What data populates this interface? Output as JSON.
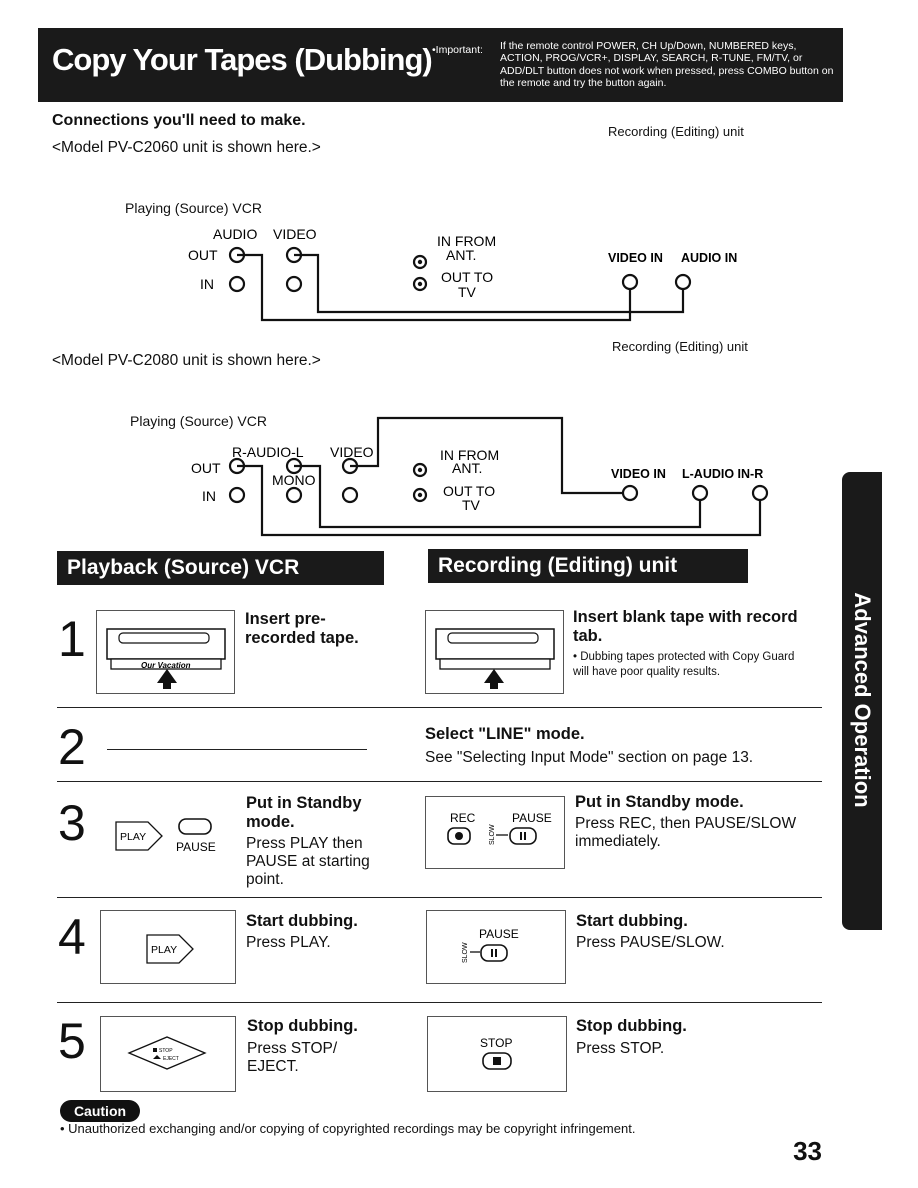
{
  "header": {
    "title": "Copy Your Tapes (Dubbing)",
    "important_label": "•Important:",
    "important_text": "If the remote control POWER, CH Up/Down, NUMBERED keys, ACTION, PROG/VCR+, DISPLAY, SEARCH, R-TUNE, FM/TV, or ADD/DLT button does not work when pressed, press COMBO button on the remote and try the button again."
  },
  "connections": {
    "heading": "Connections you'll need to make.",
    "model1_caption": "<Model PV-C2060 unit is shown here.>",
    "model2_caption": "<Model PV-C2080 unit is shown here.>",
    "recording_unit_label": "Recording (Editing) unit",
    "playing_vcr_label": "Playing (Source) VCR"
  },
  "diagram1": {
    "audio": "AUDIO",
    "video": "VIDEO",
    "out": "OUT",
    "in": "IN",
    "in_from": "IN FROM",
    "ant": "ANT.",
    "out_to": "OUT TO",
    "tv": "TV",
    "video_in": "VIDEO IN",
    "audio_in": "AUDIO IN"
  },
  "diagram2": {
    "r_audio_l": "R-AUDIO-L",
    "video": "VIDEO",
    "mono": "MONO",
    "out": "OUT",
    "in": "IN",
    "in_from": "IN FROM",
    "ant": "ANT.",
    "out_to": "OUT TO",
    "tv": "TV",
    "video_in": "VIDEO IN",
    "l_audio_in_r": "L-AUDIO IN-R"
  },
  "sections": {
    "playback": "Playback (Source) VCR",
    "recording": "Recording (Editing) unit"
  },
  "steps": [
    {
      "number": "1",
      "left_title": "Insert pre-recorded tape.",
      "left_text": "",
      "right_title": "Insert blank tape with record tab.",
      "right_note": "• Dubbing tapes protected with Copy Guard will have poor quality results.",
      "tape_label": "Our Vacation"
    },
    {
      "number": "2",
      "right_title": "Select \"LINE\" mode.",
      "right_text": "See \"Selecting Input Mode\" section on page 13."
    },
    {
      "number": "3",
      "left_title": "Put in Standby mode.",
      "left_text": "Press PLAY then PAUSE at starting point.",
      "right_title": "Put in Standby mode.",
      "right_text": "Press REC, then PAUSE/SLOW immediately."
    },
    {
      "number": "4",
      "left_title": "Start dubbing.",
      "left_text": "Press PLAY.",
      "right_title": "Start dubbing.",
      "right_text": "Press PAUSE/SLOW."
    },
    {
      "number": "5",
      "left_title": "Stop dubbing.",
      "left_text": "Press STOP/ EJECT.",
      "right_title": "Stop dubbing.",
      "right_text": "Press STOP."
    }
  ],
  "buttons": {
    "play": "PLAY",
    "pause": "PAUSE",
    "rec": "REC",
    "slow": "SLOW",
    "stop": "STOP",
    "eject": "EJECT"
  },
  "caution": {
    "label": "Caution",
    "text": "• Unauthorized exchanging and/or copying of copyrighted recordings may be copyright infringement."
  },
  "side_tab": "Advanced Operation",
  "page_number": "33"
}
